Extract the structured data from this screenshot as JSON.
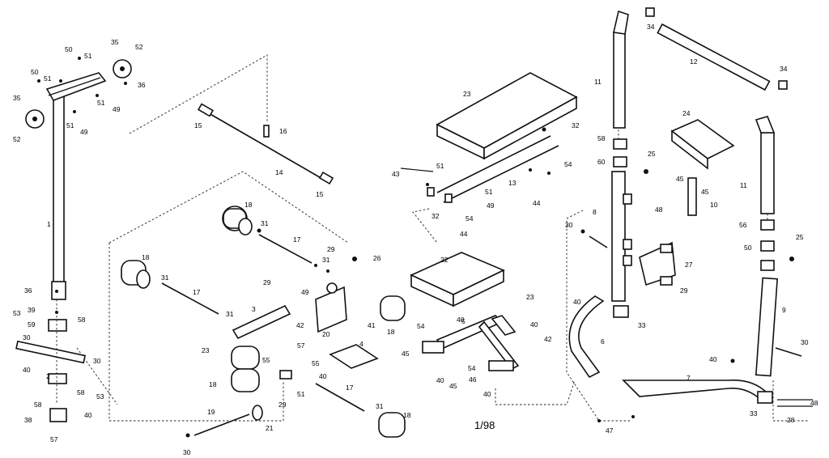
{
  "footer_code": "1/98",
  "callouts": [
    {
      "id": "c50a",
      "text": "50"
    },
    {
      "id": "c51a",
      "text": "51"
    },
    {
      "id": "c35a",
      "text": "35"
    },
    {
      "id": "c52a",
      "text": "52"
    },
    {
      "id": "c50b",
      "text": "50"
    },
    {
      "id": "c51b",
      "text": "51"
    },
    {
      "id": "c36a",
      "text": "36"
    },
    {
      "id": "c51c",
      "text": "51"
    },
    {
      "id": "c49a",
      "text": "49"
    },
    {
      "id": "c35b",
      "text": "35"
    },
    {
      "id": "c52b",
      "text": "52"
    },
    {
      "id": "c51d",
      "text": "51"
    },
    {
      "id": "c49b",
      "text": "49"
    },
    {
      "id": "c1",
      "text": "1"
    },
    {
      "id": "c36b",
      "text": "36"
    },
    {
      "id": "c53a",
      "text": "53"
    },
    {
      "id": "c39",
      "text": "39"
    },
    {
      "id": "c59",
      "text": "59"
    },
    {
      "id": "c58a",
      "text": "58"
    },
    {
      "id": "c30a",
      "text": "30"
    },
    {
      "id": "c40a",
      "text": "40"
    },
    {
      "id": "c2",
      "text": "2"
    },
    {
      "id": "c30b",
      "text": "30"
    },
    {
      "id": "c58b",
      "text": "58"
    },
    {
      "id": "c53b",
      "text": "53"
    },
    {
      "id": "c58c",
      "text": "58"
    },
    {
      "id": "c40b",
      "text": "40"
    },
    {
      "id": "c38",
      "text": "38"
    },
    {
      "id": "c57a",
      "text": "57"
    },
    {
      "id": "c15a",
      "text": "15"
    },
    {
      "id": "c16",
      "text": "16"
    },
    {
      "id": "c14",
      "text": "14"
    },
    {
      "id": "c15b",
      "text": "15"
    },
    {
      "id": "c18a",
      "text": "18"
    },
    {
      "id": "c31a",
      "text": "31"
    },
    {
      "id": "c17a",
      "text": "17"
    },
    {
      "id": "c29a",
      "text": "29"
    },
    {
      "id": "c26",
      "text": "26"
    },
    {
      "id": "c31b",
      "text": "31"
    },
    {
      "id": "c49c",
      "text": "49"
    },
    {
      "id": "c18b",
      "text": "18"
    },
    {
      "id": "c31c",
      "text": "31"
    },
    {
      "id": "c29b",
      "text": "29"
    },
    {
      "id": "c17b",
      "text": "17"
    },
    {
      "id": "c3",
      "text": "3"
    },
    {
      "id": "c31d",
      "text": "31"
    },
    {
      "id": "c42a",
      "text": "42"
    },
    {
      "id": "c20",
      "text": "20"
    },
    {
      "id": "c41",
      "text": "41"
    },
    {
      "id": "c18c",
      "text": "18"
    },
    {
      "id": "c4",
      "text": "4"
    },
    {
      "id": "c23a",
      "text": "23"
    },
    {
      "id": "c55a",
      "text": "55"
    },
    {
      "id": "c57b",
      "text": "57"
    },
    {
      "id": "c55b",
      "text": "55"
    },
    {
      "id": "c40c",
      "text": "40"
    },
    {
      "id": "c18d",
      "text": "18"
    },
    {
      "id": "c51e",
      "text": "51"
    },
    {
      "id": "c17c",
      "text": "17"
    },
    {
      "id": "c29c",
      "text": "29"
    },
    {
      "id": "c19",
      "text": "19"
    },
    {
      "id": "c21",
      "text": "21"
    },
    {
      "id": "c31e",
      "text": "31"
    },
    {
      "id": "c18e",
      "text": "18"
    },
    {
      "id": "c30c",
      "text": "30"
    },
    {
      "id": "c23b",
      "text": "23"
    },
    {
      "id": "c32a",
      "text": "32"
    },
    {
      "id": "c43",
      "text": "43"
    },
    {
      "id": "c51f",
      "text": "51"
    },
    {
      "id": "c13",
      "text": "13"
    },
    {
      "id": "c54a",
      "text": "54"
    },
    {
      "id": "c44a",
      "text": "44"
    },
    {
      "id": "c51g",
      "text": "51"
    },
    {
      "id": "c32b",
      "text": "32"
    },
    {
      "id": "c49d",
      "text": "49"
    },
    {
      "id": "c54b",
      "text": "54"
    },
    {
      "id": "c44b",
      "text": "44"
    },
    {
      "id": "c22",
      "text": "22"
    },
    {
      "id": "c23c",
      "text": "23"
    },
    {
      "id": "c40d",
      "text": "40"
    },
    {
      "id": "c5",
      "text": "5"
    },
    {
      "id": "c40e",
      "text": "40"
    },
    {
      "id": "c54c",
      "text": "54"
    },
    {
      "id": "c42b",
      "text": "42"
    },
    {
      "id": "c45a",
      "text": "45"
    },
    {
      "id": "c54d",
      "text": "54"
    },
    {
      "id": "c40f",
      "text": "40"
    },
    {
      "id": "c45b",
      "text": "45"
    },
    {
      "id": "c46",
      "text": "46"
    },
    {
      "id": "c40g",
      "text": "40"
    },
    {
      "id": "c11a",
      "text": "11"
    },
    {
      "id": "c34a",
      "text": "34"
    },
    {
      "id": "c12",
      "text": "12"
    },
    {
      "id": "c34b",
      "text": "34"
    },
    {
      "id": "c58d",
      "text": "58"
    },
    {
      "id": "c60",
      "text": "60"
    },
    {
      "id": "c25a",
      "text": "25"
    },
    {
      "id": "c24",
      "text": "24"
    },
    {
      "id": "c45c",
      "text": "45"
    },
    {
      "id": "c45d",
      "text": "45"
    },
    {
      "id": "c10",
      "text": "10"
    },
    {
      "id": "c11b",
      "text": "11"
    },
    {
      "id": "c8",
      "text": "8"
    },
    {
      "id": "c30d",
      "text": "30"
    },
    {
      "id": "c48a",
      "text": "48"
    },
    {
      "id": "c27",
      "text": "27"
    },
    {
      "id": "c29d",
      "text": "29"
    },
    {
      "id": "c56",
      "text": "56"
    },
    {
      "id": "c50c",
      "text": "50"
    },
    {
      "id": "c25b",
      "text": "25"
    },
    {
      "id": "c40h",
      "text": "40"
    },
    {
      "id": "c33a",
      "text": "33"
    },
    {
      "id": "c9",
      "text": "9"
    },
    {
      "id": "c6",
      "text": "6"
    },
    {
      "id": "c30e",
      "text": "30"
    },
    {
      "id": "c40i",
      "text": "40"
    },
    {
      "id": "c7",
      "text": "7"
    },
    {
      "id": "c47",
      "text": "47"
    },
    {
      "id": "c33b",
      "text": "33"
    },
    {
      "id": "c28",
      "text": "28"
    },
    {
      "id": "c48b",
      "text": "48"
    }
  ]
}
